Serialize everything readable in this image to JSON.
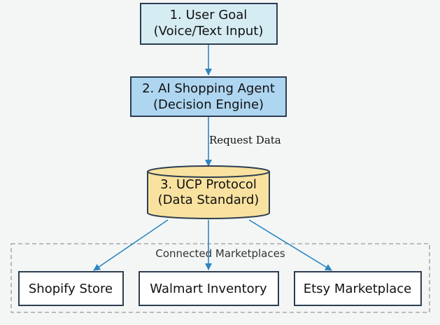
{
  "colors": {
    "background": "#f4f6f6",
    "node_goal_fill": "#d6ecf3",
    "node_agent_fill": "#aed6f1",
    "node_protocol_fill": "#f9e29f",
    "node_market_fill": "#ffffff",
    "node_stroke": "#2c3e50",
    "edge": "#2e86c1",
    "cluster_border": "#999999"
  },
  "nodes": {
    "user_goal": {
      "line1": "1. User Goal",
      "line2": "(Voice/Text Input)"
    },
    "ai_agent": {
      "line1": "2. AI Shopping Agent",
      "line2": "(Decision Engine)"
    },
    "ucp_protocol": {
      "line1": "3. UCP Protocol",
      "line2": "(Data Standard)"
    },
    "shopify": {
      "label": "Shopify Store"
    },
    "walmart": {
      "label": "Walmart Inventory"
    },
    "etsy": {
      "label": "Etsy Marketplace"
    }
  },
  "edges": {
    "agent_to_protocol_label": "Request Data"
  },
  "cluster": {
    "label": "Connected Marketplaces"
  }
}
